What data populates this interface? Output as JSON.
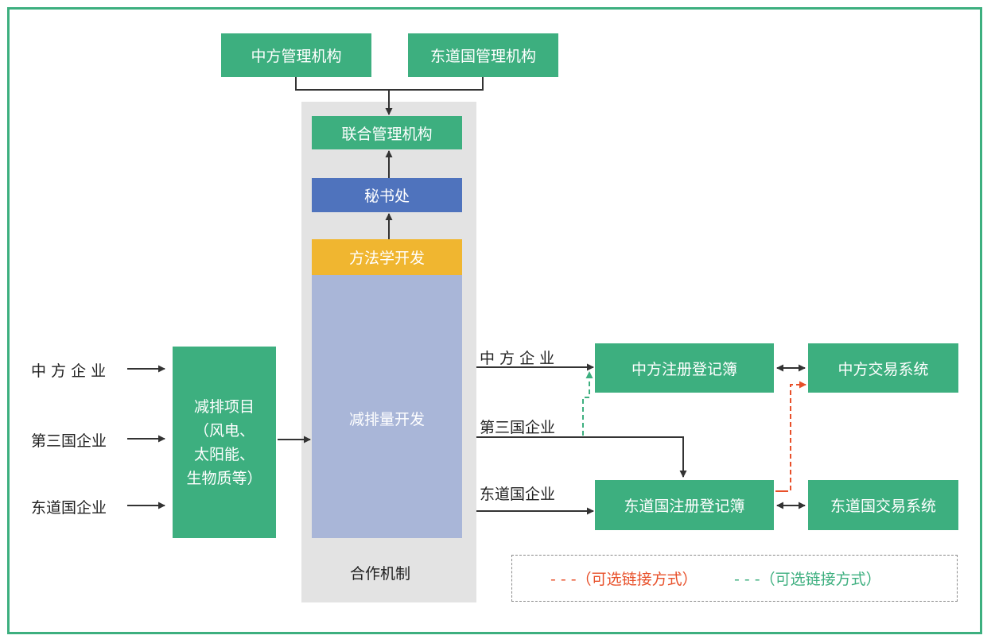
{
  "nodes": {
    "cn_admin": "中方管理机构",
    "host_admin": "东道国管理机构",
    "joint_admin": "联合管理机构",
    "secretariat": "秘书处",
    "methodology": "方法学开发",
    "reduction_dev": "减排量开发",
    "mechanism": "合作机制",
    "project_lines": [
      "减排项目",
      "（风电、",
      "太阳能、",
      "生物质等）"
    ],
    "cn_registry": "中方注册登记簿",
    "host_registry": "东道国注册登记簿",
    "cn_trading": "中方交易系统",
    "host_trading": "东道国交易系统"
  },
  "left_inputs": [
    "中 方 企 业",
    "第三国企业",
    "东道国企业"
  ],
  "right_labels": [
    "中 方 企 业",
    "第三国企业",
    "东道国企业"
  ],
  "legend": {
    "red": "- - -（可选链接方式）",
    "green": "- - -（可选链接方式）"
  },
  "colors": {
    "green": "#3daf7f",
    "blue": "#4f73bd",
    "yellow": "#f0b630",
    "lavender": "#a9b6d8",
    "panel_gray": "#e3e3e3",
    "dash_red": "#e8502a",
    "dash_green": "#3daf7f"
  }
}
